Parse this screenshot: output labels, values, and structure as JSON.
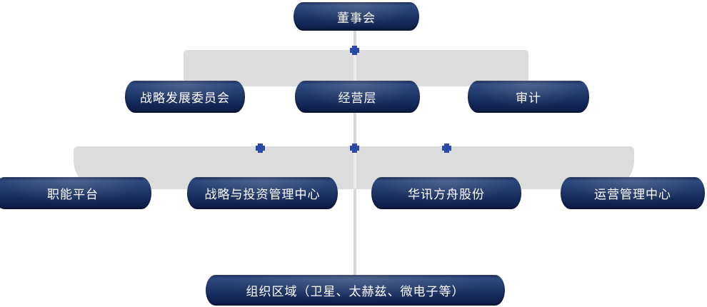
{
  "diagram": {
    "type": "org-chart",
    "nodes": {
      "board": "董事会",
      "strategy_committee": "战略发展委员会",
      "management": "经营层",
      "audit": "审计",
      "functional_platform": "职能平台",
      "strategy_investment_center": "战略与投资管理中心",
      "huaxun_ark_shares": "华讯方舟股份",
      "operations_center": "运营管理中心",
      "org_regions": "组织区域（卫星、太赫兹、微电子等）"
    },
    "levels": [
      [
        "board"
      ],
      [
        "strategy_committee",
        "management",
        "audit"
      ],
      [
        "functional_platform",
        "strategy_investment_center",
        "huaxun_ark_shares",
        "operations_center"
      ],
      [
        "org_regions"
      ]
    ],
    "edges": [
      {
        "from": "board",
        "to": "strategy_committee"
      },
      {
        "from": "board",
        "to": "management"
      },
      {
        "from": "board",
        "to": "audit"
      },
      {
        "from": "management",
        "to": "functional_platform"
      },
      {
        "from": "management",
        "to": "strategy_investment_center"
      },
      {
        "from": "management",
        "to": "huaxun_ark_shares"
      },
      {
        "from": "management",
        "to": "operations_center"
      },
      {
        "from": "management",
        "to": "org_regions"
      }
    ],
    "colors": {
      "node_gradient_top": "#2e4a7e",
      "node_gradient_bottom": "#0d1b47",
      "band_gray": "#dcdcdc",
      "connector_gray": "#d8d8d8",
      "junction_blue": "#2b4aa8",
      "text_white": "#ffffff"
    }
  }
}
